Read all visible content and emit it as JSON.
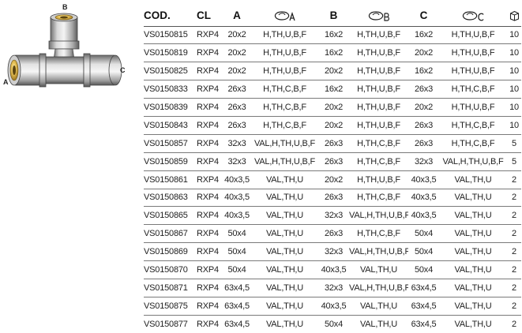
{
  "figure": {
    "label_a": "A",
    "label_b": "B",
    "label_c": "C"
  },
  "table": {
    "headers": {
      "cod": "COD.",
      "cl": "CL",
      "a": "A",
      "app_a_icon": "fitting-application-icon-a",
      "b": "B",
      "app_b_icon": "fitting-application-icon-b",
      "c": "C",
      "app_c_icon": "fitting-application-icon-c",
      "pack_icon": "box-icon"
    },
    "rows": [
      {
        "cod": "VS0150815",
        "cl": "RXP4",
        "a": "20x2",
        "app_a": "H,TH,U,B,F",
        "b": "16x2",
        "app_b": "H,TH,U,B,F",
        "c": "16x2",
        "app_c": "H,TH,U,B,F",
        "pack": "10"
      },
      {
        "cod": "VS0150819",
        "cl": "RXP4",
        "a": "20x2",
        "app_a": "H,TH,U,B,F",
        "b": "16x2",
        "app_b": "H,TH,U,B,F",
        "c": "20x2",
        "app_c": "H,TH,U,B,F",
        "pack": "10"
      },
      {
        "cod": "VS0150825",
        "cl": "RXP4",
        "a": "20x2",
        "app_a": "H,TH,U,B,F",
        "b": "20x2",
        "app_b": "H,TH,U,B,F",
        "c": "16x2",
        "app_c": "H,TH,U,B,F",
        "pack": "10"
      },
      {
        "cod": "VS0150833",
        "cl": "RXP4",
        "a": "26x3",
        "app_a": "H,TH,C,B,F",
        "b": "16x2",
        "app_b": "H,TH,U,B,F",
        "c": "26x3",
        "app_c": "H,TH,C,B,F",
        "pack": "10"
      },
      {
        "cod": "VS0150839",
        "cl": "RXP4",
        "a": "26x3",
        "app_a": "H,TH,C,B,F",
        "b": "20x2",
        "app_b": "H,TH,U,B,F",
        "c": "20x2",
        "app_c": "H,TH,U,B,F",
        "pack": "10"
      },
      {
        "cod": "VS0150843",
        "cl": "RXP4",
        "a": "26x3",
        "app_a": "H,TH,C,B,F",
        "b": "20x2",
        "app_b": "H,TH,U,B,F",
        "c": "26x3",
        "app_c": "H,TH,C,B,F",
        "pack": "10"
      },
      {
        "cod": "VS0150857",
        "cl": "RXP4",
        "a": "32x3",
        "app_a": "VAL,H,TH,U,B,F",
        "b": "26x3",
        "app_b": "H,TH,C,B,F",
        "c": "26x3",
        "app_c": "H,TH,C,B,F",
        "pack": "5"
      },
      {
        "cod": "VS0150859",
        "cl": "RXP4",
        "a": "32x3",
        "app_a": "VAL,H,TH,U,B,F",
        "b": "26x3",
        "app_b": "H,TH,C,B,F",
        "c": "32x3",
        "app_c": "VAL,H,TH,U,B,F",
        "pack": "5"
      },
      {
        "cod": "VS0150861",
        "cl": "RXP4",
        "a": "40x3,5",
        "app_a": "VAL,TH,U",
        "b": "20x2",
        "app_b": "H,TH,U,B,F",
        "c": "40x3,5",
        "app_c": "VAL,TH,U",
        "pack": "2"
      },
      {
        "cod": "VS0150863",
        "cl": "RXP4",
        "a": "40x3,5",
        "app_a": "VAL,TH,U",
        "b": "26x3",
        "app_b": "H,TH,C,B,F",
        "c": "40x3,5",
        "app_c": "VAL,TH,U",
        "pack": "2"
      },
      {
        "cod": "VS0150865",
        "cl": "RXP4",
        "a": "40x3,5",
        "app_a": "VAL,TH,U",
        "b": "32x3",
        "app_b": "VAL,H,TH,U,B,F",
        "c": "40x3,5",
        "app_c": "VAL,TH,U",
        "pack": "2"
      },
      {
        "cod": "VS0150867",
        "cl": "RXP4",
        "a": "50x4",
        "app_a": "VAL,TH,U",
        "b": "26x3",
        "app_b": "H,TH,C,B,F",
        "c": "50x4",
        "app_c": "VAL,TH,U",
        "pack": "2"
      },
      {
        "cod": "VS0150869",
        "cl": "RXP4",
        "a": "50x4",
        "app_a": "VAL,TH,U",
        "b": "32x3",
        "app_b": "VAL,H,TH,U,B,F",
        "c": "50x4",
        "app_c": "VAL,TH,U",
        "pack": "2"
      },
      {
        "cod": "VS0150870",
        "cl": "RXP4",
        "a": "50x4",
        "app_a": "VAL,TH,U",
        "b": "40x3,5",
        "app_b": "VAL,TH,U",
        "c": "50x4",
        "app_c": "VAL,TH,U",
        "pack": "2"
      },
      {
        "cod": "VS0150871",
        "cl": "RXP4",
        "a": "63x4,5",
        "app_a": "VAL,TH,U",
        "b": "32x3",
        "app_b": "VAL,H,TH,U,B,F",
        "c": "63x4,5",
        "app_c": "VAL,TH,U",
        "pack": "2"
      },
      {
        "cod": "VS0150875",
        "cl": "RXP4",
        "a": "63x4,5",
        "app_a": "VAL,TH,U",
        "b": "40x3,5",
        "app_b": "VAL,TH,U",
        "c": "63x4,5",
        "app_c": "VAL,TH,U",
        "pack": "2"
      },
      {
        "cod": "VS0150877",
        "cl": "RXP4",
        "a": "63x4,5",
        "app_a": "VAL,TH,U",
        "b": "50x4",
        "app_b": "VAL,TH,U",
        "c": "63x4,5",
        "app_c": "VAL,TH,U",
        "pack": "2"
      }
    ]
  }
}
